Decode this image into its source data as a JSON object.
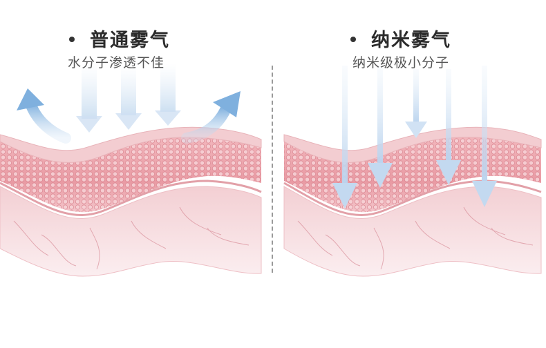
{
  "panels": {
    "left": {
      "title": "普通雾气",
      "subtitle": "水分子渗透不佳"
    },
    "right": {
      "title": "纳米雾气",
      "subtitle": "纳米级极小分子"
    }
  },
  "colors": {
    "background": "#ffffff",
    "skin_surface": "#f0c4c8",
    "cell_layer": "#eda9b0",
    "dermis": "#f7dde0",
    "vessel": "#d98f9a",
    "mist_arrow": "#8fb8e0",
    "title_text": "#2b2b2b",
    "subtitle_text": "#555555",
    "divider": "#9a9a9a"
  },
  "icons": {
    "bullet": "bullet-dot-icon",
    "left_arrows": "bounce-up-arrow-icon",
    "right_arrows": "penetrating-down-arrow-icon"
  }
}
